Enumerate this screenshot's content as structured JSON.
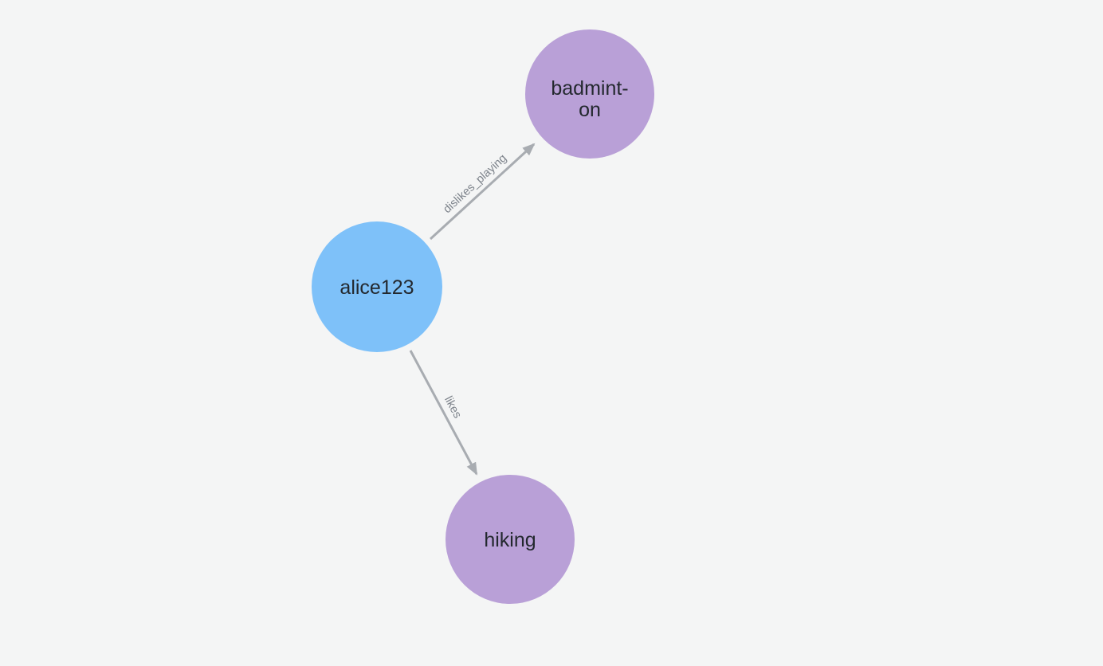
{
  "canvas": {
    "background": "#f4f5f5"
  },
  "graph": {
    "edge_color": "#a8acb1",
    "edge_label_color": "#7d838b",
    "node_label_color": "#23282e",
    "nodes": [
      {
        "id": "alice123",
        "label": "alice123",
        "fill": "#7ec1f9"
      },
      {
        "id": "badminton",
        "label_line1": "badmint-",
        "label_line2": "on",
        "fill": "#b9a0d7"
      },
      {
        "id": "hiking",
        "label": "hiking",
        "fill": "#b9a0d7"
      }
    ],
    "edges": [
      {
        "from": "alice123",
        "to": "badminton",
        "label": "dislikes_playing"
      },
      {
        "from": "alice123",
        "to": "hiking",
        "label": "likes"
      }
    ]
  }
}
